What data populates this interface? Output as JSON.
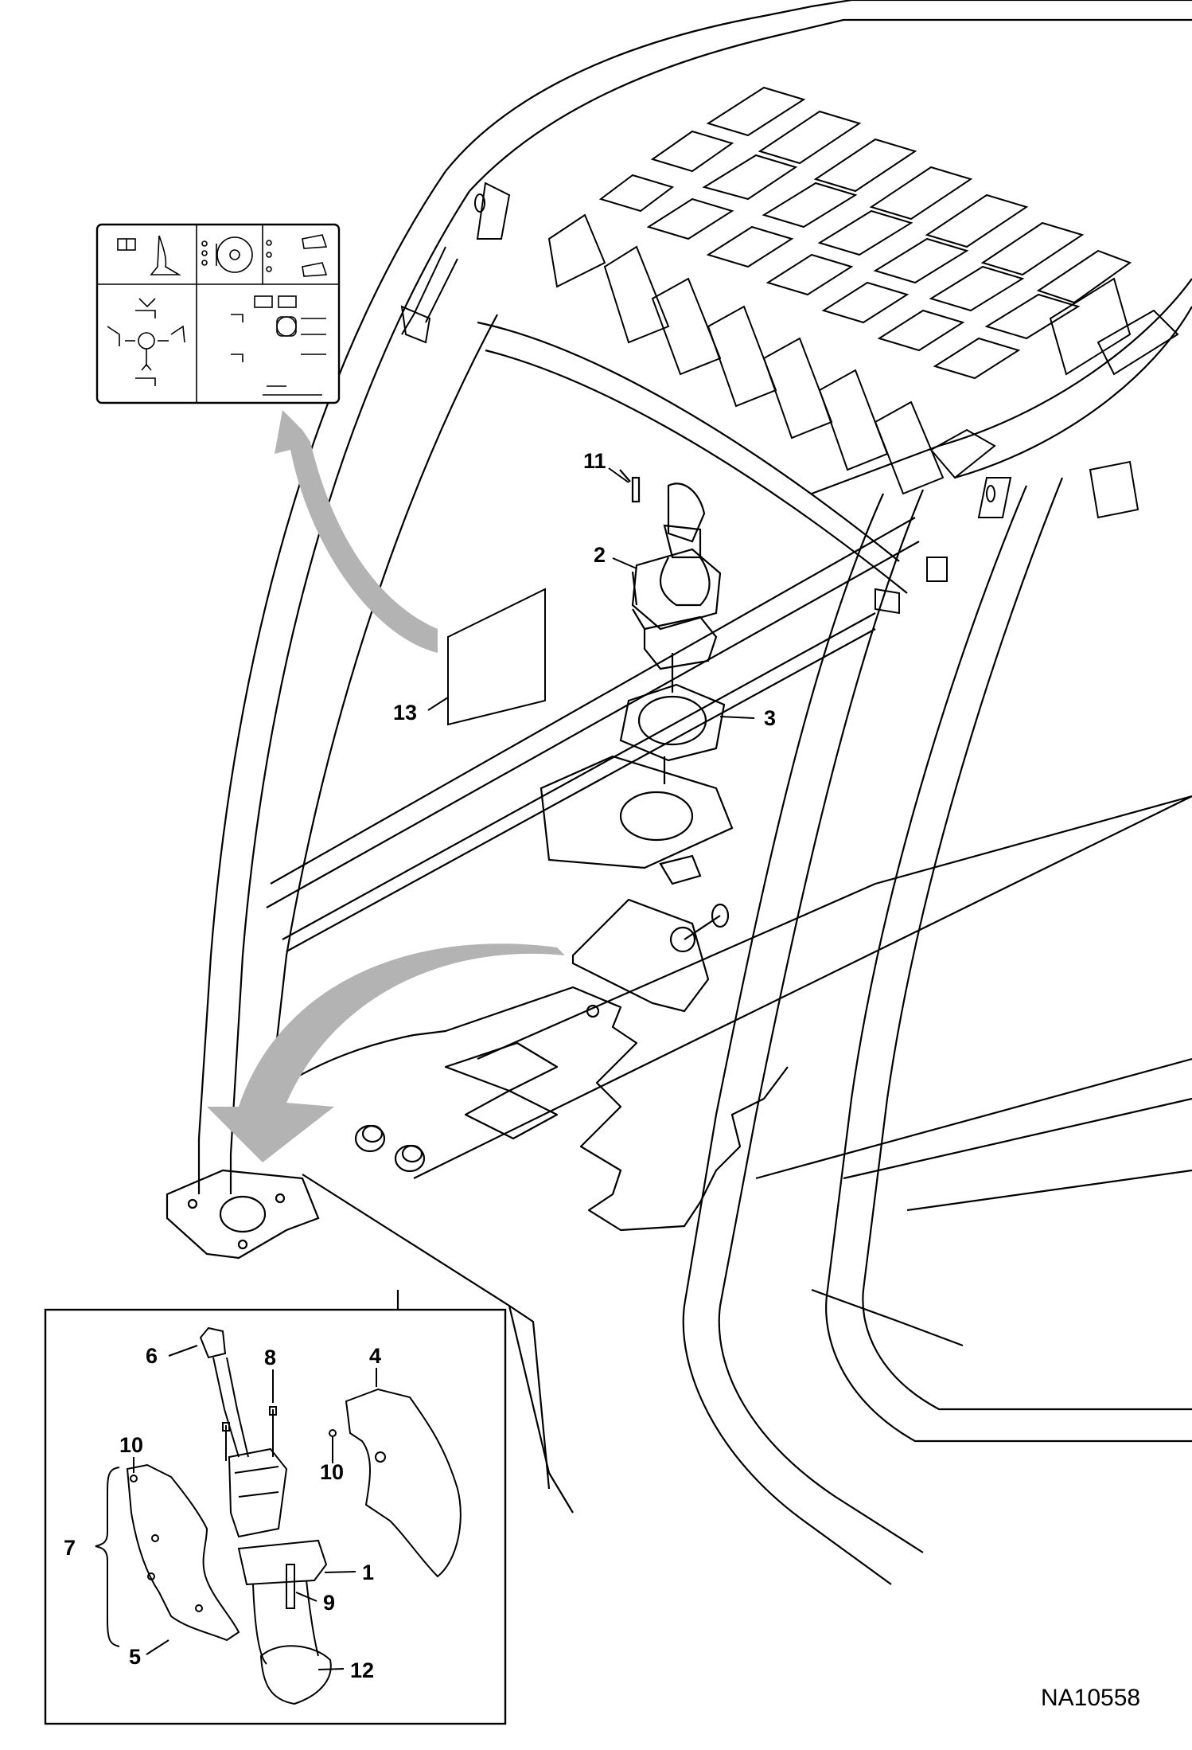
{
  "figure_id": "NA10558",
  "callouts": [
    {
      "id": "c11",
      "label": "11"
    },
    {
      "id": "c2",
      "label": "2"
    },
    {
      "id": "c3",
      "label": "3"
    },
    {
      "id": "c13",
      "label": "13"
    },
    {
      "id": "c6",
      "label": "6"
    },
    {
      "id": "c8",
      "label": "8"
    },
    {
      "id": "c4",
      "label": "4"
    },
    {
      "id": "c10a",
      "label": "10"
    },
    {
      "id": "c10b",
      "label": "10"
    },
    {
      "id": "c7",
      "label": "7"
    },
    {
      "id": "c1",
      "label": "1"
    },
    {
      "id": "c9",
      "label": "9"
    },
    {
      "id": "c5",
      "label": "5"
    },
    {
      "id": "c12",
      "label": "12"
    }
  ],
  "colors": {
    "line": "#000000",
    "arrow": "#b3b3b3",
    "background": "#ffffff"
  }
}
